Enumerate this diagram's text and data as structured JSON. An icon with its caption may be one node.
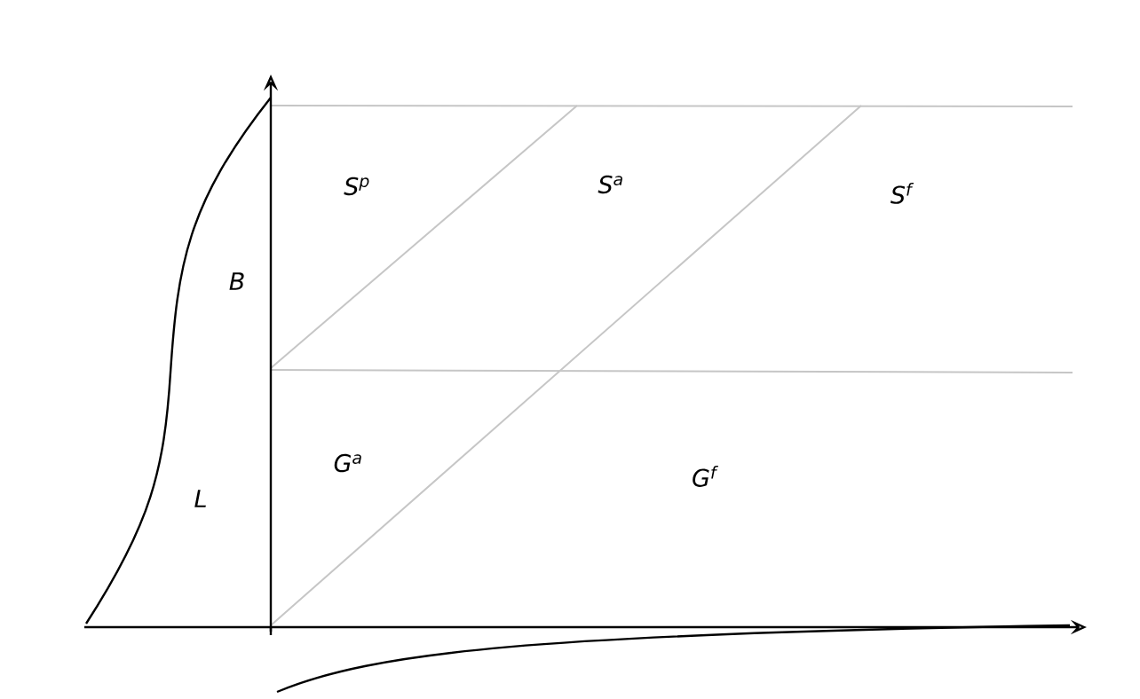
{
  "diagram": {
    "labels": [
      "S$^{p}$",
      "S$^{a}$",
      "S$^{f}$",
      "B",
      "G$^{a}$",
      "G$^{f}$",
      "L"
    ]
  }
}
